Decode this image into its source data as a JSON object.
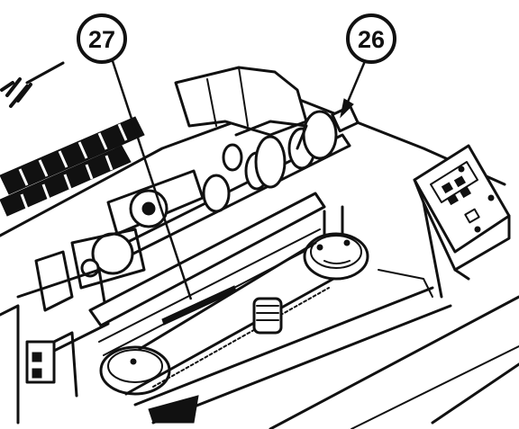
{
  "callouts": [
    {
      "id": "27",
      "label": "27"
    },
    {
      "id": "26",
      "label": "26"
    }
  ],
  "colors": {
    "ink": "#111111",
    "paper": "#ffffff"
  }
}
